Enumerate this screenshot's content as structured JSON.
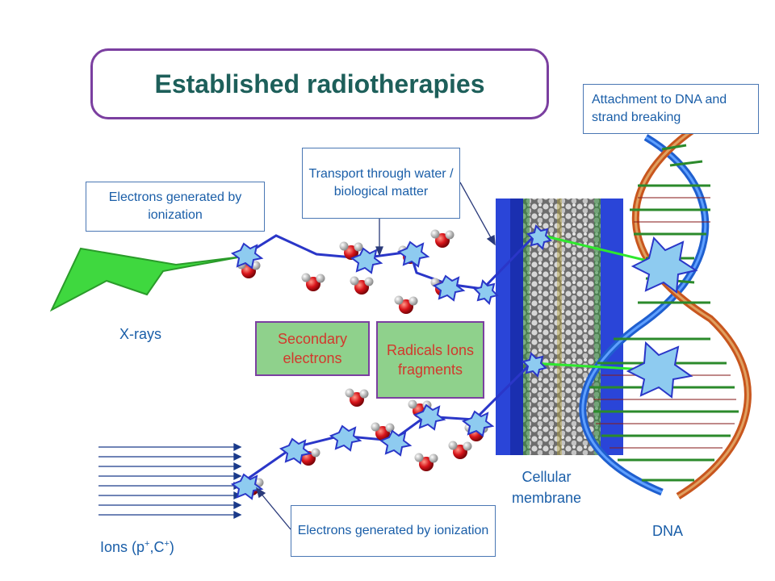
{
  "title": "Established radiotherapies",
  "labels": {
    "xrays": "X-rays",
    "ions_prefix": "Ions (p",
    "ions_sup1": "+",
    "ions_mid": ",C",
    "ions_sup2": "+",
    "ions_suffix": ")",
    "membrane": "Cellular membrane",
    "dna": "DNA"
  },
  "callouts": {
    "electrons_top": "Electrons generated by ionization",
    "transport": "Transport through water / biological matter",
    "attachment": "Attachment to DNA and strand breaking",
    "electrons_bottom": "Electrons generated by ionization"
  },
  "boxes": {
    "secondary": "Secondary electrons",
    "radicals": "Radicals Ions fragments"
  },
  "colors": {
    "title_border": "#7b3fa0",
    "title_text": "#1d5f5a",
    "callout_text": "#1a5ea8",
    "box_fill": "#8fd18c",
    "box_text": "#d2382c",
    "lightning": "#3fd83f",
    "path": "#2a36c8",
    "membrane": "#1d3fd0",
    "electron": "#8ecbf0"
  },
  "icons": [
    "lightning-icon",
    "ion-beam-icon",
    "water-molecule-icon",
    "electron-burst-icon",
    "membrane-icon",
    "dna-helix-icon"
  ]
}
